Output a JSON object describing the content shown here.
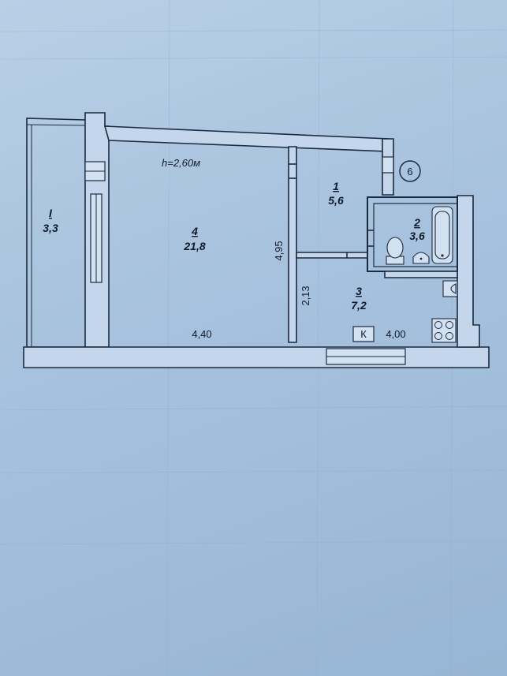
{
  "ceiling_height": "h=2,60м",
  "rooms": [
    {
      "key": "balcony",
      "number": "I",
      "area": "3,3"
    },
    {
      "key": "living",
      "number": "4",
      "area": "21,8"
    },
    {
      "key": "room1",
      "number": "1",
      "area": "5,6"
    },
    {
      "key": "bathroom",
      "number": "2",
      "area": "3,6"
    },
    {
      "key": "kitchen",
      "number": "3",
      "area": "7,2"
    }
  ],
  "dimensions": {
    "living_depth": "4,95",
    "living_width": "4,40",
    "kitchen_depth": "2,13",
    "kitchen_width": "4,00"
  },
  "marks": {
    "stair_marker": "6",
    "kitchen_vent": "К"
  },
  "colors": {
    "paper": "#a9c3df",
    "ink": "#1c2a3d"
  }
}
